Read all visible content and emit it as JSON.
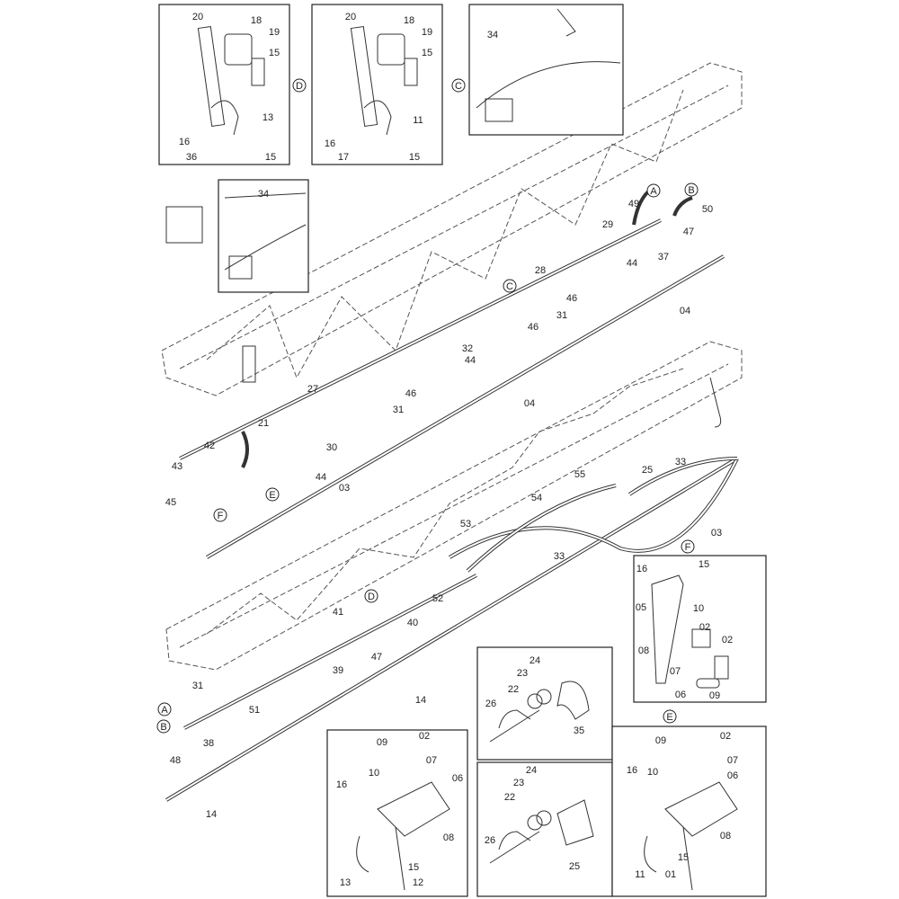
{
  "title": "Boom plumbing exploded parts diagram",
  "labels": [
    {
      "text": "20"
    },
    {
      "text": "18"
    },
    {
      "text": "19"
    },
    {
      "text": "15"
    },
    {
      "text": "13"
    },
    {
      "text": "16"
    },
    {
      "text": "36"
    },
    {
      "text": "15"
    },
    {
      "text": "D",
      "circled": true
    },
    {
      "text": "20"
    },
    {
      "text": "18"
    },
    {
      "text": "19"
    },
    {
      "text": "15"
    },
    {
      "text": "11"
    },
    {
      "text": "16"
    },
    {
      "text": "17"
    },
    {
      "text": "15"
    },
    {
      "text": "C",
      "circled": true
    },
    {
      "text": "34"
    },
    {
      "text": "34"
    },
    {
      "text": "A",
      "circled": true
    },
    {
      "text": "49"
    },
    {
      "text": "B",
      "circled": true
    },
    {
      "text": "50"
    },
    {
      "text": "29"
    },
    {
      "text": "47"
    },
    {
      "text": "37"
    },
    {
      "text": "44"
    },
    {
      "text": "28"
    },
    {
      "text": "C",
      "circled": true
    },
    {
      "text": "46"
    },
    {
      "text": "31"
    },
    {
      "text": "04"
    },
    {
      "text": "46"
    },
    {
      "text": "32"
    },
    {
      "text": "44"
    },
    {
      "text": "27"
    },
    {
      "text": "46"
    },
    {
      "text": "31"
    },
    {
      "text": "04"
    },
    {
      "text": "21"
    },
    {
      "text": "42"
    },
    {
      "text": "30"
    },
    {
      "text": "43"
    },
    {
      "text": "44"
    },
    {
      "text": "E",
      "circled": true
    },
    {
      "text": "03"
    },
    {
      "text": "45"
    },
    {
      "text": "F",
      "circled": true
    },
    {
      "text": "55"
    },
    {
      "text": "25"
    },
    {
      "text": "33"
    },
    {
      "text": "54"
    },
    {
      "text": "53"
    },
    {
      "text": "33"
    },
    {
      "text": "03"
    },
    {
      "text": "D",
      "circled": true
    },
    {
      "text": "52"
    },
    {
      "text": "41"
    },
    {
      "text": "40"
    },
    {
      "text": "39"
    },
    {
      "text": "47"
    },
    {
      "text": "14"
    },
    {
      "text": "31"
    },
    {
      "text": "A",
      "circled": true
    },
    {
      "text": "B",
      "circled": true
    },
    {
      "text": "51"
    },
    {
      "text": "38"
    },
    {
      "text": "48"
    },
    {
      "text": "14"
    },
    {
      "text": "F",
      "circled": true
    },
    {
      "text": "15"
    },
    {
      "text": "16"
    },
    {
      "text": "05"
    },
    {
      "text": "10"
    },
    {
      "text": "02"
    },
    {
      "text": "02"
    },
    {
      "text": "08"
    },
    {
      "text": "07"
    },
    {
      "text": "06"
    },
    {
      "text": "09"
    },
    {
      "text": "24"
    },
    {
      "text": "23"
    },
    {
      "text": "22"
    },
    {
      "text": "26"
    },
    {
      "text": "35"
    },
    {
      "text": "09"
    },
    {
      "text": "02"
    },
    {
      "text": "07"
    },
    {
      "text": "06"
    },
    {
      "text": "10"
    },
    {
      "text": "16"
    },
    {
      "text": "08"
    },
    {
      "text": "15"
    },
    {
      "text": "13"
    },
    {
      "text": "12"
    },
    {
      "text": "24"
    },
    {
      "text": "23"
    },
    {
      "text": "22"
    },
    {
      "text": "26"
    },
    {
      "text": "25"
    },
    {
      "text": "E",
      "circled": true
    },
    {
      "text": "09"
    },
    {
      "text": "02"
    },
    {
      "text": "07"
    },
    {
      "text": "06"
    },
    {
      "text": "10"
    },
    {
      "text": "16"
    },
    {
      "text": "08"
    },
    {
      "text": "15"
    },
    {
      "text": "11"
    },
    {
      "text": "01"
    }
  ]
}
